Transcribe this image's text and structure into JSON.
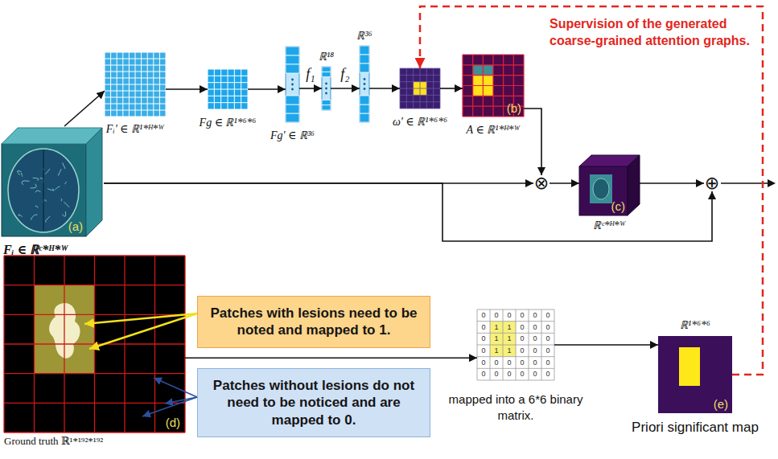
{
  "diagram": {
    "nodes": [
      {
        "text": [
          "(a)",
          "Fᵢ ∈ ℝᶜ*ᴴ*ᵂ"
        ]
      },
      {
        "text": [
          "Fᵢ' ∈ ℝ¹*ᴴ*ᵂ"
        ]
      },
      {
        "text": [
          "Fg ∈ ℝ¹*⁶*⁶"
        ]
      },
      {
        "text": [
          "Fg' ∈ ℝ³⁶"
        ]
      },
      {
        "text": [
          "ℝ¹⁸"
        ]
      },
      {
        "text": [
          "ℝ³⁶"
        ]
      },
      {
        "text": [
          "ω' ∈ ℝ¹*⁶*⁶"
        ]
      },
      {
        "text": [
          "(b)",
          "A ∈ ℝ¹*ᴴ*ᵂ"
        ]
      },
      {
        "text": [
          "⊗"
        ]
      },
      {
        "text": [
          "(c)",
          "ℝᶜ*ᴴ*ᵂ"
        ]
      },
      {
        "text": [
          "⊕"
        ]
      },
      {
        "text": [
          "(d)",
          "Ground truth ℝ¹*¹⁹²*¹⁹²"
        ]
      },
      {
        "text": [
          "Patches with lesions need to be noted and mapped to 1."
        ]
      },
      {
        "text": [
          "Patches without lesions do not need to be noticed and are mapped to 0."
        ]
      },
      {
        "text": [
          "mapped into a 6*6 binary matrix."
        ]
      },
      {
        "text": [
          "ℝ¹*⁶*⁶",
          "(e)",
          "Priori significant map"
        ]
      }
    ],
    "edges": [
      {
        "from": 0,
        "to": 1,
        "arrow": "to"
      },
      {
        "from": 1,
        "to": 2,
        "arrow": "to"
      },
      {
        "from": 2,
        "to": 3,
        "arrow": "to"
      },
      {
        "from": 3,
        "to": 4,
        "label": "f₁",
        "arrow": "to"
      },
      {
        "from": 4,
        "to": 5,
        "label": "f₂",
        "arrow": "to"
      },
      {
        "from": 5,
        "to": 6,
        "arrow": "to"
      },
      {
        "from": 6,
        "to": 7,
        "arrow": "to"
      },
      {
        "from": 0,
        "to": 8,
        "arrow": "to"
      },
      {
        "from": 7,
        "to": 8,
        "arrow": "to"
      },
      {
        "from": 8,
        "to": 9,
        "arrow": "to"
      },
      {
        "from": 9,
        "to": 10,
        "arrow": "to"
      },
      {
        "from": 0,
        "to": 10,
        "arrow": "to"
      },
      {
        "from": 15,
        "to": 6,
        "label": "Supervision of the generated coarse-grained attention graphs.",
        "arrow": "to"
      },
      {
        "from": 12,
        "to": 11,
        "arrow": "to"
      },
      {
        "from": 12,
        "to": 11,
        "arrow": "to"
      },
      {
        "from": 13,
        "to": 11,
        "arrow": "to"
      },
      {
        "from": 13,
        "to": 11,
        "arrow": "to"
      },
      {
        "from": 13,
        "to": 11,
        "arrow": "to"
      },
      {
        "from": 11,
        "to": 14,
        "arrow": "to"
      },
      {
        "from": 14,
        "to": 15,
        "arrow": "to"
      }
    ],
    "labels": [
      "0",
      "0",
      "0",
      "0",
      "0",
      "0",
      "0",
      "1",
      "1",
      "0",
      "0",
      "0",
      "0",
      "1",
      "1",
      "0",
      "0",
      "0",
      "0",
      "1",
      "1",
      "0",
      "0",
      "0",
      "0",
      "0",
      "0",
      "0",
      "0",
      "0",
      "0",
      "0",
      "0",
      "0",
      "0",
      "0"
    ]
  }
}
